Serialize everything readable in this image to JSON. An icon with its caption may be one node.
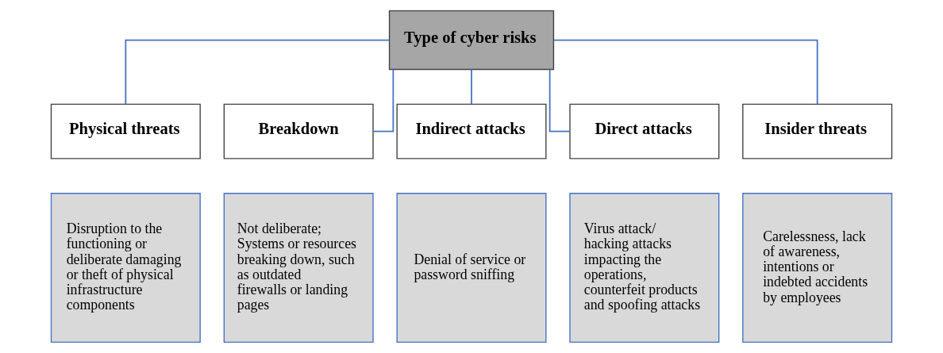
{
  "diagram": {
    "nodes": [
      {
        "text": [
          "Type of cyber risks"
        ]
      },
      {
        "text": [
          "Physical threats"
        ]
      },
      {
        "text": [
          "Breakdown"
        ]
      },
      {
        "text": [
          "Indirect attacks"
        ]
      },
      {
        "text": [
          "Direct attacks"
        ]
      },
      {
        "text": [
          "Insider threats"
        ]
      },
      {
        "text": [
          "Disruption to the functioning or deliberate damaging or theft of physical infrastructure components"
        ]
      },
      {
        "text": [
          "Not deliberate; Systems or resources breaking down, such as outdated firewalls or landing pages"
        ]
      },
      {
        "text": [
          "Denial of service or password sniffing"
        ]
      },
      {
        "text": [
          "Virus attack/ hacking attacks impacting the operations, counterfeit products and spoofing attacks"
        ]
      },
      {
        "text": [
          "Carelessness, lack of awareness, intentions or indebted accidents by employees"
        ]
      }
    ],
    "edges": [
      {
        "from": 0,
        "to": 1,
        "arrow": "none"
      },
      {
        "from": 0,
        "to": 2,
        "arrow": "none"
      },
      {
        "from": 0,
        "to": 3,
        "arrow": "none"
      },
      {
        "from": 0,
        "to": 4,
        "arrow": "none"
      },
      {
        "from": 0,
        "to": 5,
        "arrow": "none"
      }
    ]
  }
}
